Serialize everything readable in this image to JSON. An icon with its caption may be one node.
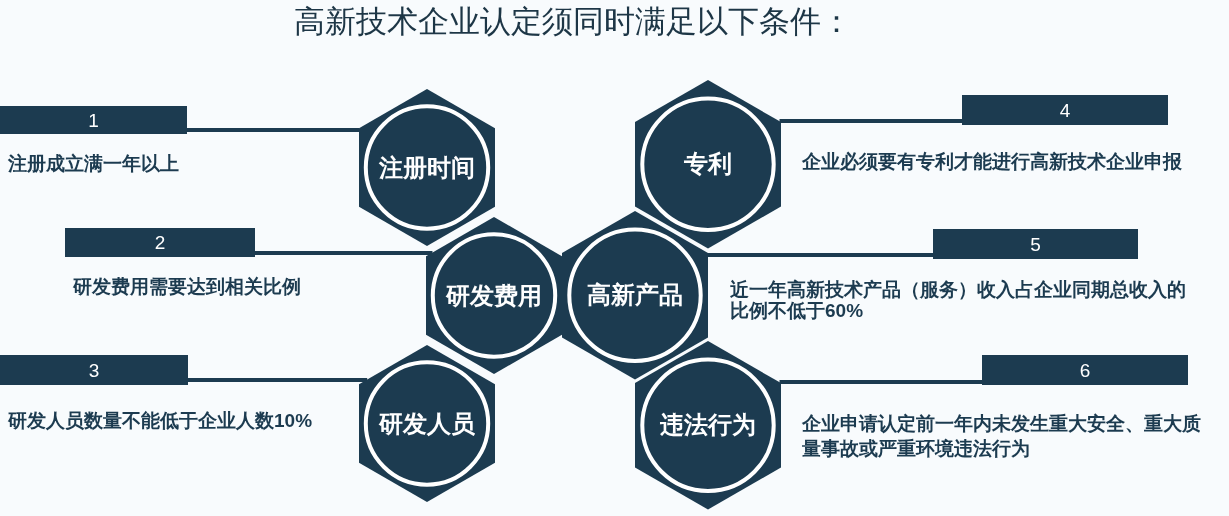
{
  "diagram": {
    "title": "高新技术企业认定须同时满足以下条件：",
    "nodes": [
      {
        "text": [
          "注册时间"
        ]
      },
      {
        "text": [
          "研发费用"
        ]
      },
      {
        "text": [
          "研发人员"
        ]
      },
      {
        "text": [
          "专利"
        ]
      },
      {
        "text": [
          "高新产品"
        ]
      },
      {
        "text": [
          "违法行为"
        ]
      },
      {
        "text": [
          "1"
        ],
        "beside": [
          "注册成立满一年以上"
        ]
      },
      {
        "text": [
          "2"
        ],
        "beside": [
          "研发费用需要达到相关比例"
        ]
      },
      {
        "text": [
          "3"
        ],
        "beside": [
          "研发人员数量不能低于企业人数10%"
        ]
      },
      {
        "text": [
          "4"
        ],
        "beside": [
          "企业必须要有专利才能进行高新技术企业申报"
        ]
      },
      {
        "text": [
          "5"
        ],
        "beside": [
          "近一年高新技术产品（服务）收入占企业同期总收入的比例不低于60%"
        ]
      },
      {
        "text": [
          "6"
        ],
        "beside": [
          "企业申请认定前一年内未发生重大安全、重大质量事故或严重环境违法行为"
        ]
      }
    ],
    "edges": [
      {
        "from": 6,
        "to": 0,
        "arrow": "none"
      },
      {
        "from": 7,
        "to": 1,
        "arrow": "none"
      },
      {
        "from": 8,
        "to": 2,
        "arrow": "none"
      },
      {
        "from": 9,
        "to": 3,
        "arrow": "none"
      },
      {
        "from": 10,
        "to": 4,
        "arrow": "none"
      },
      {
        "from": 11,
        "to": 5,
        "arrow": "none"
      }
    ]
  }
}
